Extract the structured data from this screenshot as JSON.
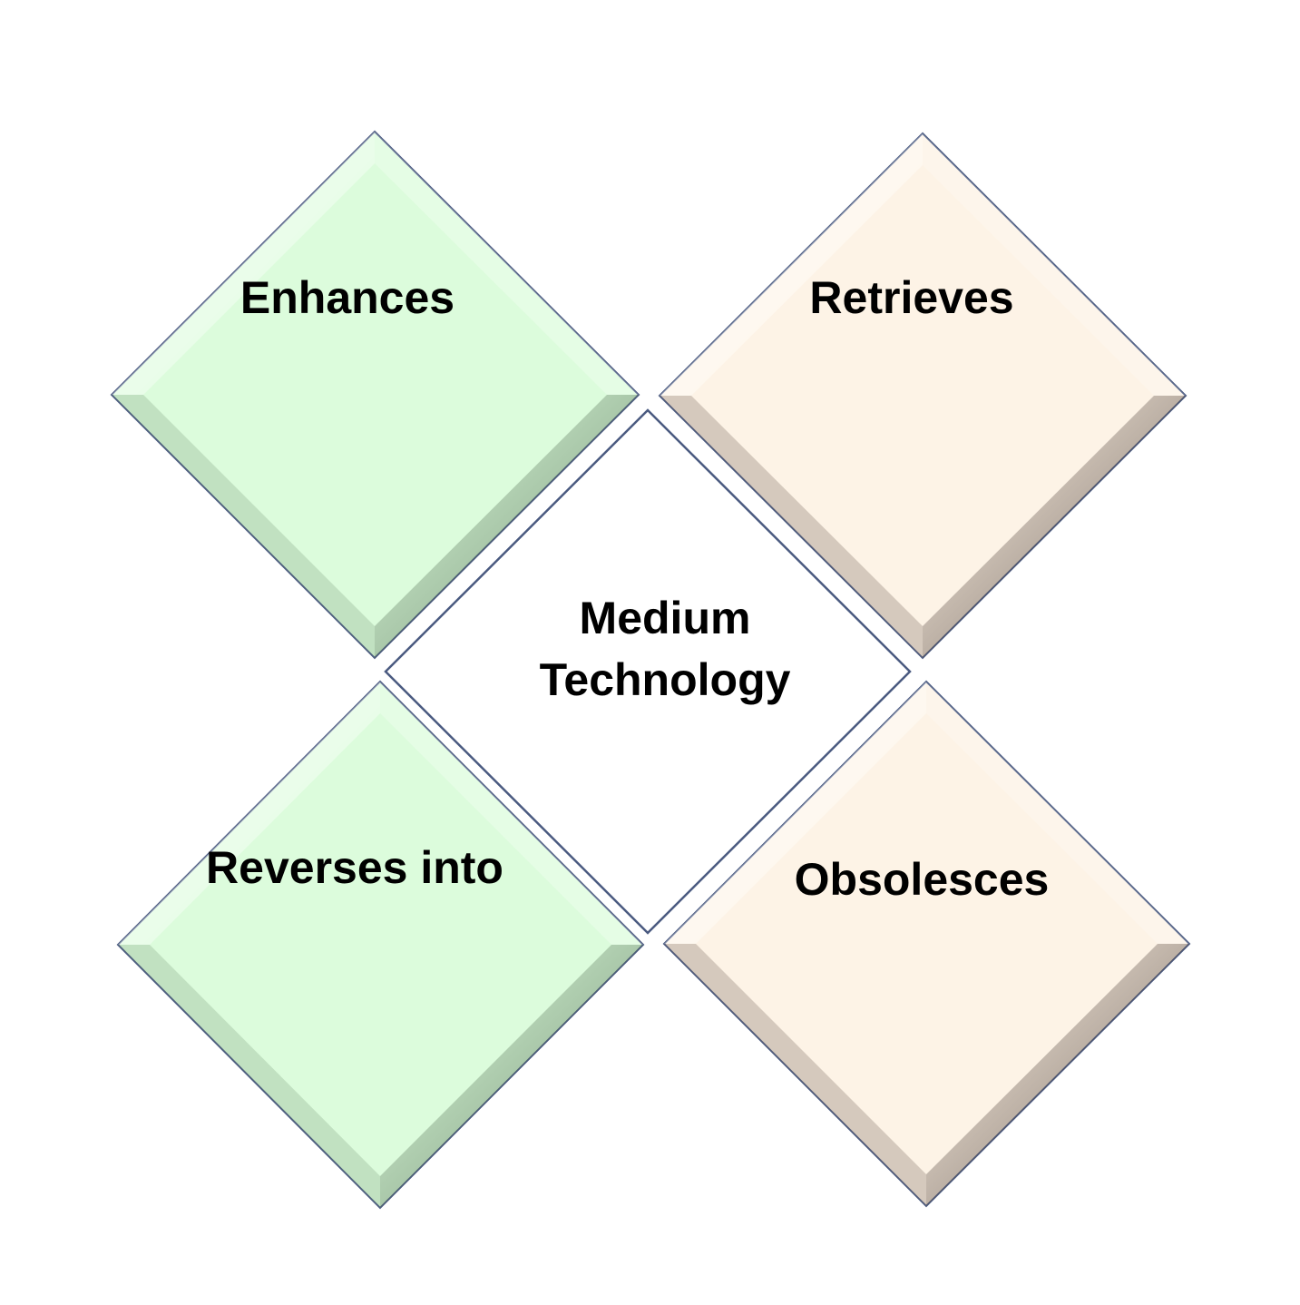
{
  "diagram": {
    "center": {
      "line1": "Medium",
      "line2": "Technology",
      "fill": "#ffffff",
      "stroke": "#4a5a80"
    },
    "quadrants": {
      "top_left": {
        "label": "Enhances",
        "fill": "#dcfcdc"
      },
      "top_right": {
        "label": "Retrieves",
        "fill": "#fdf3e6"
      },
      "bottom_left": {
        "label": "Reverses into",
        "fill": "#dcfcdc"
      },
      "bottom_right": {
        "label": "Obsolesces",
        "fill": "#fdf3e6"
      }
    },
    "colors": {
      "green_tile": "#dcfcdc",
      "peach_tile": "#fdf3e6",
      "outline": "#4a5a80"
    }
  }
}
